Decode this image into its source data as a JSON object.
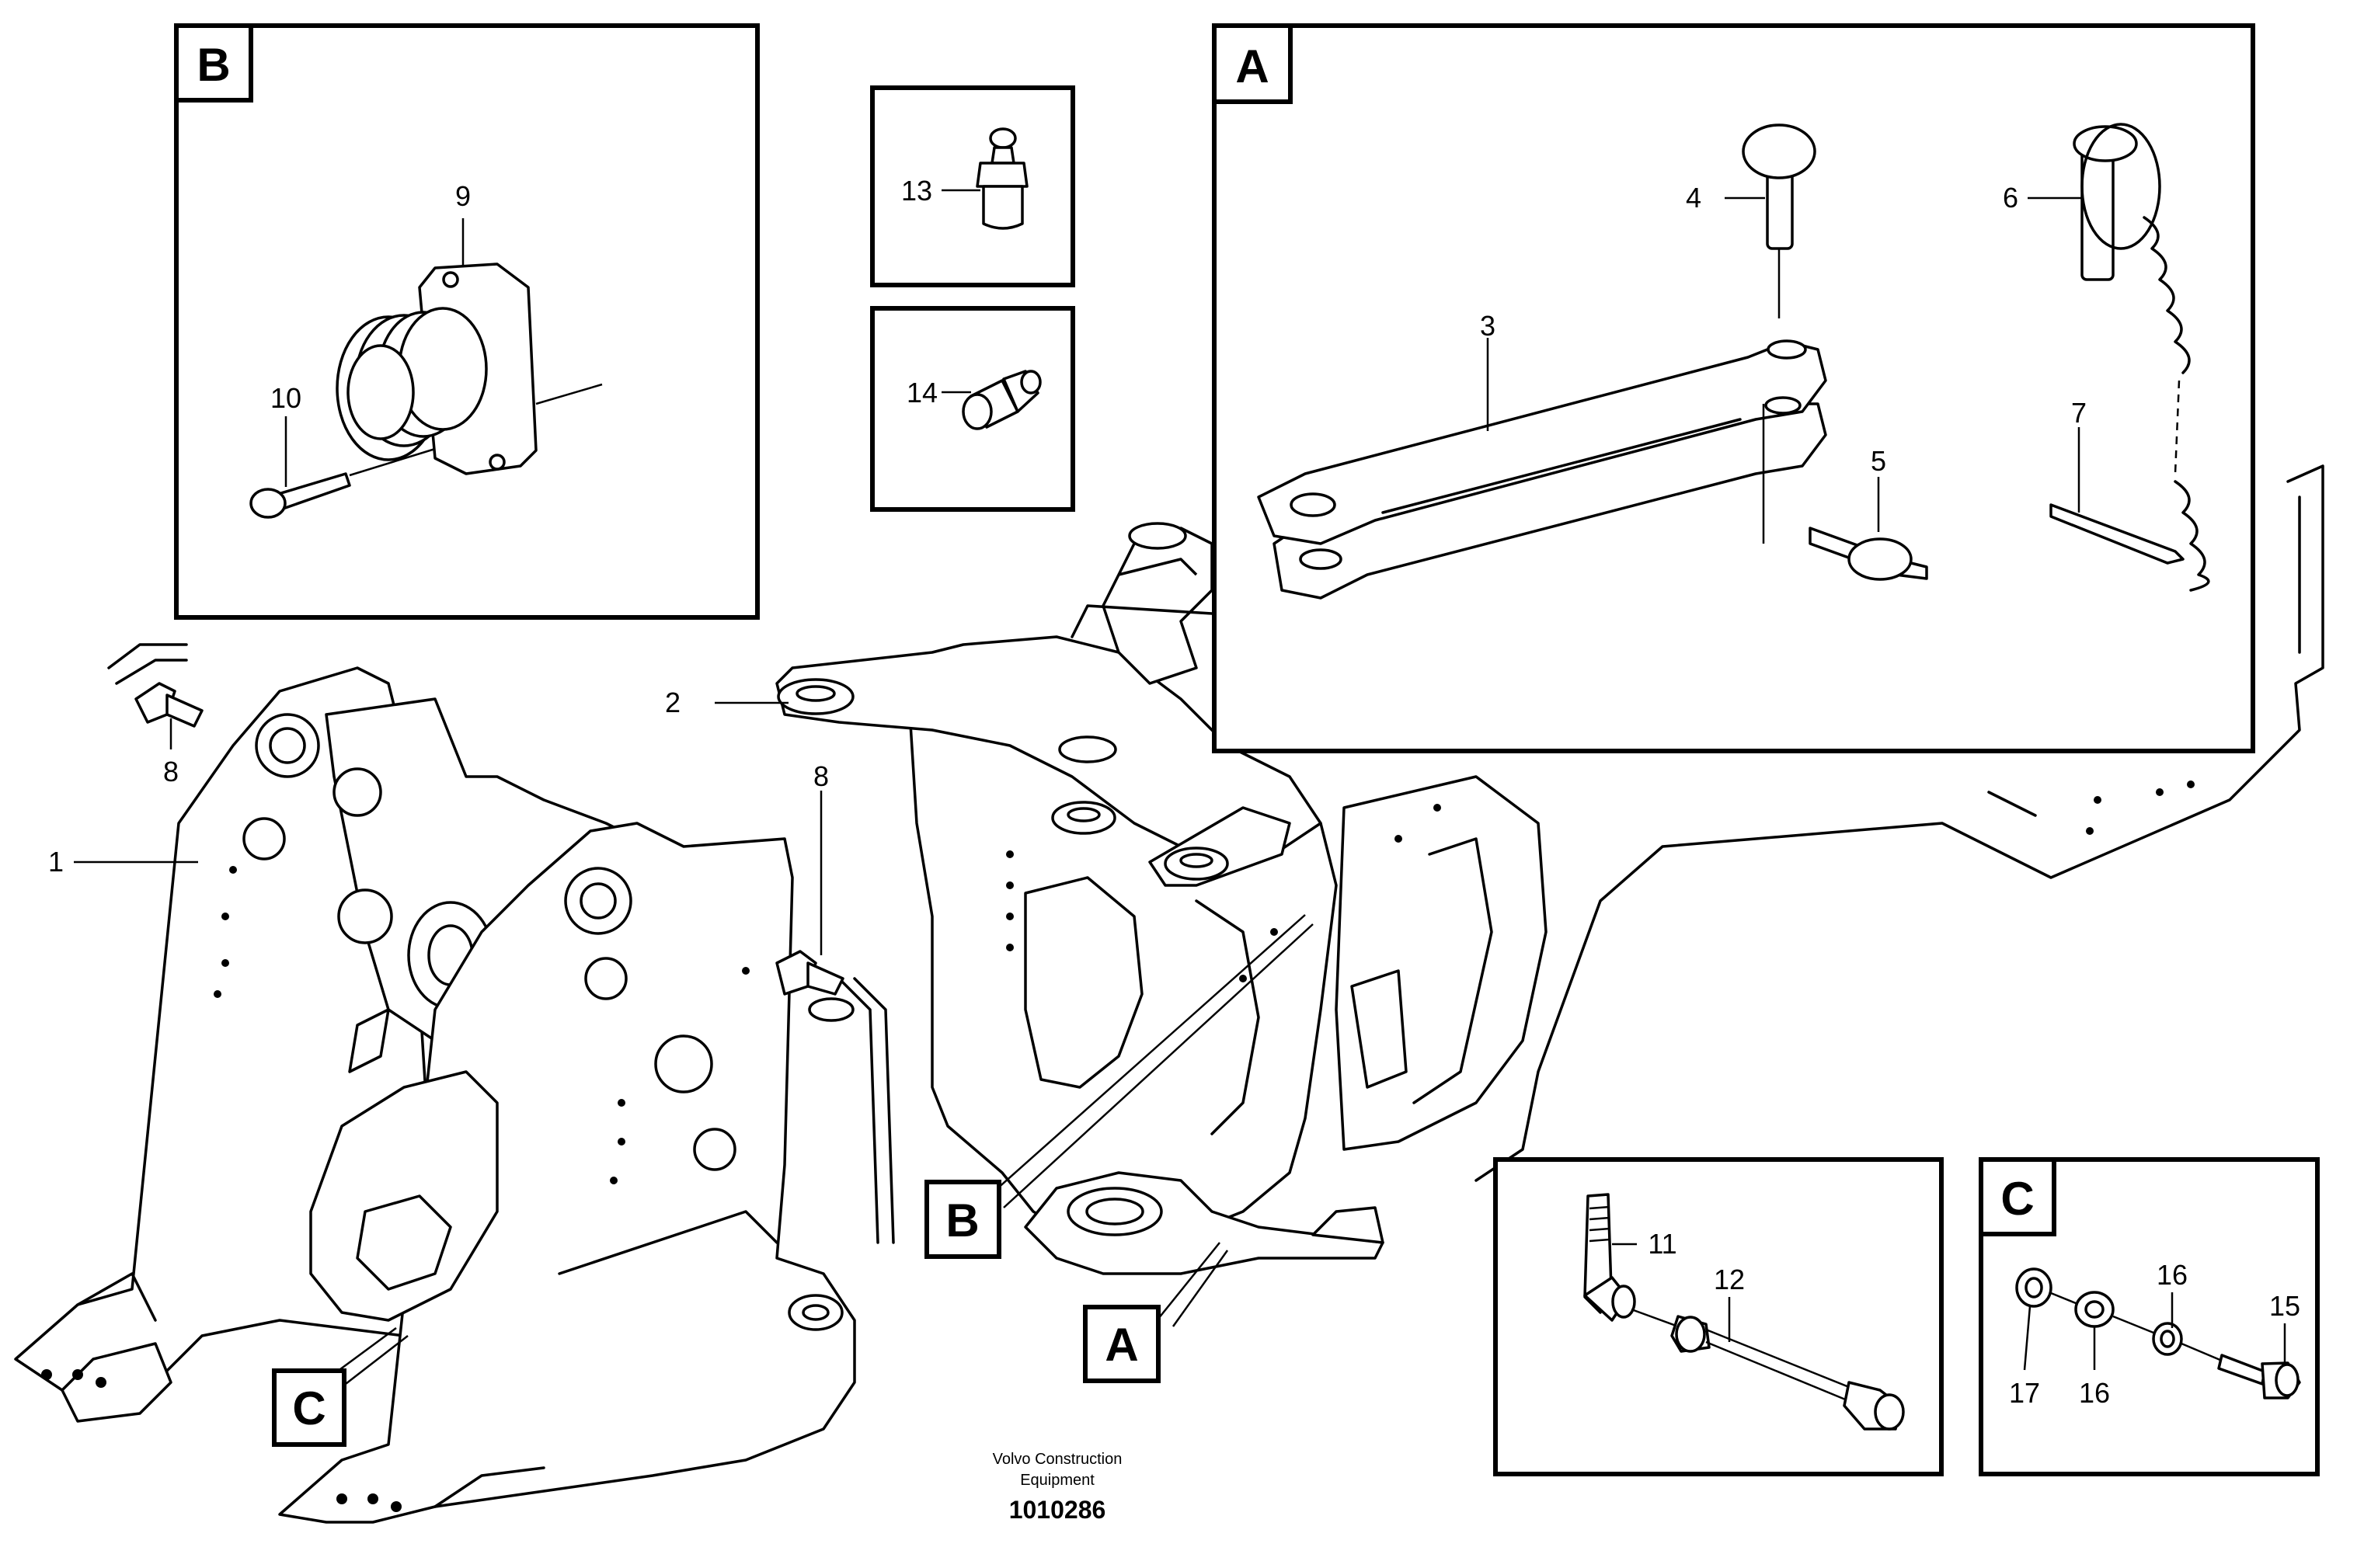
{
  "callouts": {
    "n1": "1",
    "n2": "2",
    "n3": "3",
    "n4": "4",
    "n5": "5",
    "n6": "6",
    "n7": "7",
    "n8a": "8",
    "n8b": "8",
    "n9": "9",
    "n10": "10",
    "n11": "11",
    "n12": "12",
    "n13": "13",
    "n14": "14",
    "n15": "15",
    "n16a": "16",
    "n16b": "16",
    "n17": "17"
  },
  "detail_tags": {
    "a_box": "A",
    "b_box": "B",
    "c_box": "C",
    "a_pointer": "A",
    "b_pointer": "B",
    "c_pointer": "C"
  },
  "footer": {
    "credit_line1": "Volvo Construction",
    "credit_line2": "Equipment",
    "drawing_number": "1010286"
  }
}
